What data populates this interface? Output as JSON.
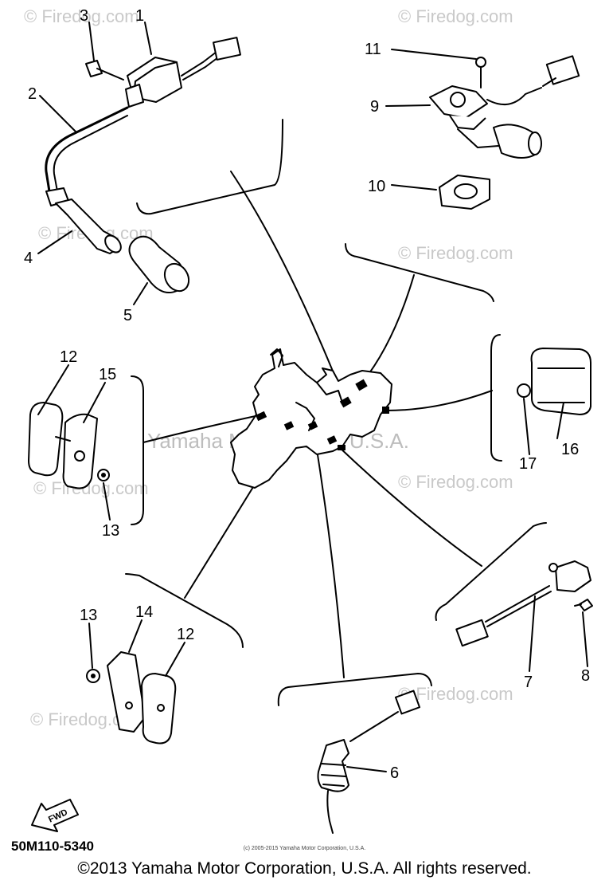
{
  "callouts": {
    "c1": "1",
    "c2": "2",
    "c3": "3",
    "c4": "4",
    "c5": "5",
    "c6": "6",
    "c7": "7",
    "c8": "8",
    "c9": "9",
    "c10": "10",
    "c11": "11",
    "c12a": "12",
    "c12b": "12",
    "c13a": "13",
    "c13b": "13",
    "c14": "14",
    "c15": "15",
    "c16": "16",
    "c17": "17"
  },
  "watermarks": {
    "firedog": "© Firedog.com",
    "yamaha": "Yamaha Motor Corp., U.S.A."
  },
  "fwd_label": "FWD",
  "footer": {
    "code": "50M110-5340",
    "small": "(c) 2005-2015 Yamaha Motor Corporation, U.S.A.",
    "copyright": "©2013 Yamaha Motor Corporation, U.S.A. All rights reserved."
  }
}
